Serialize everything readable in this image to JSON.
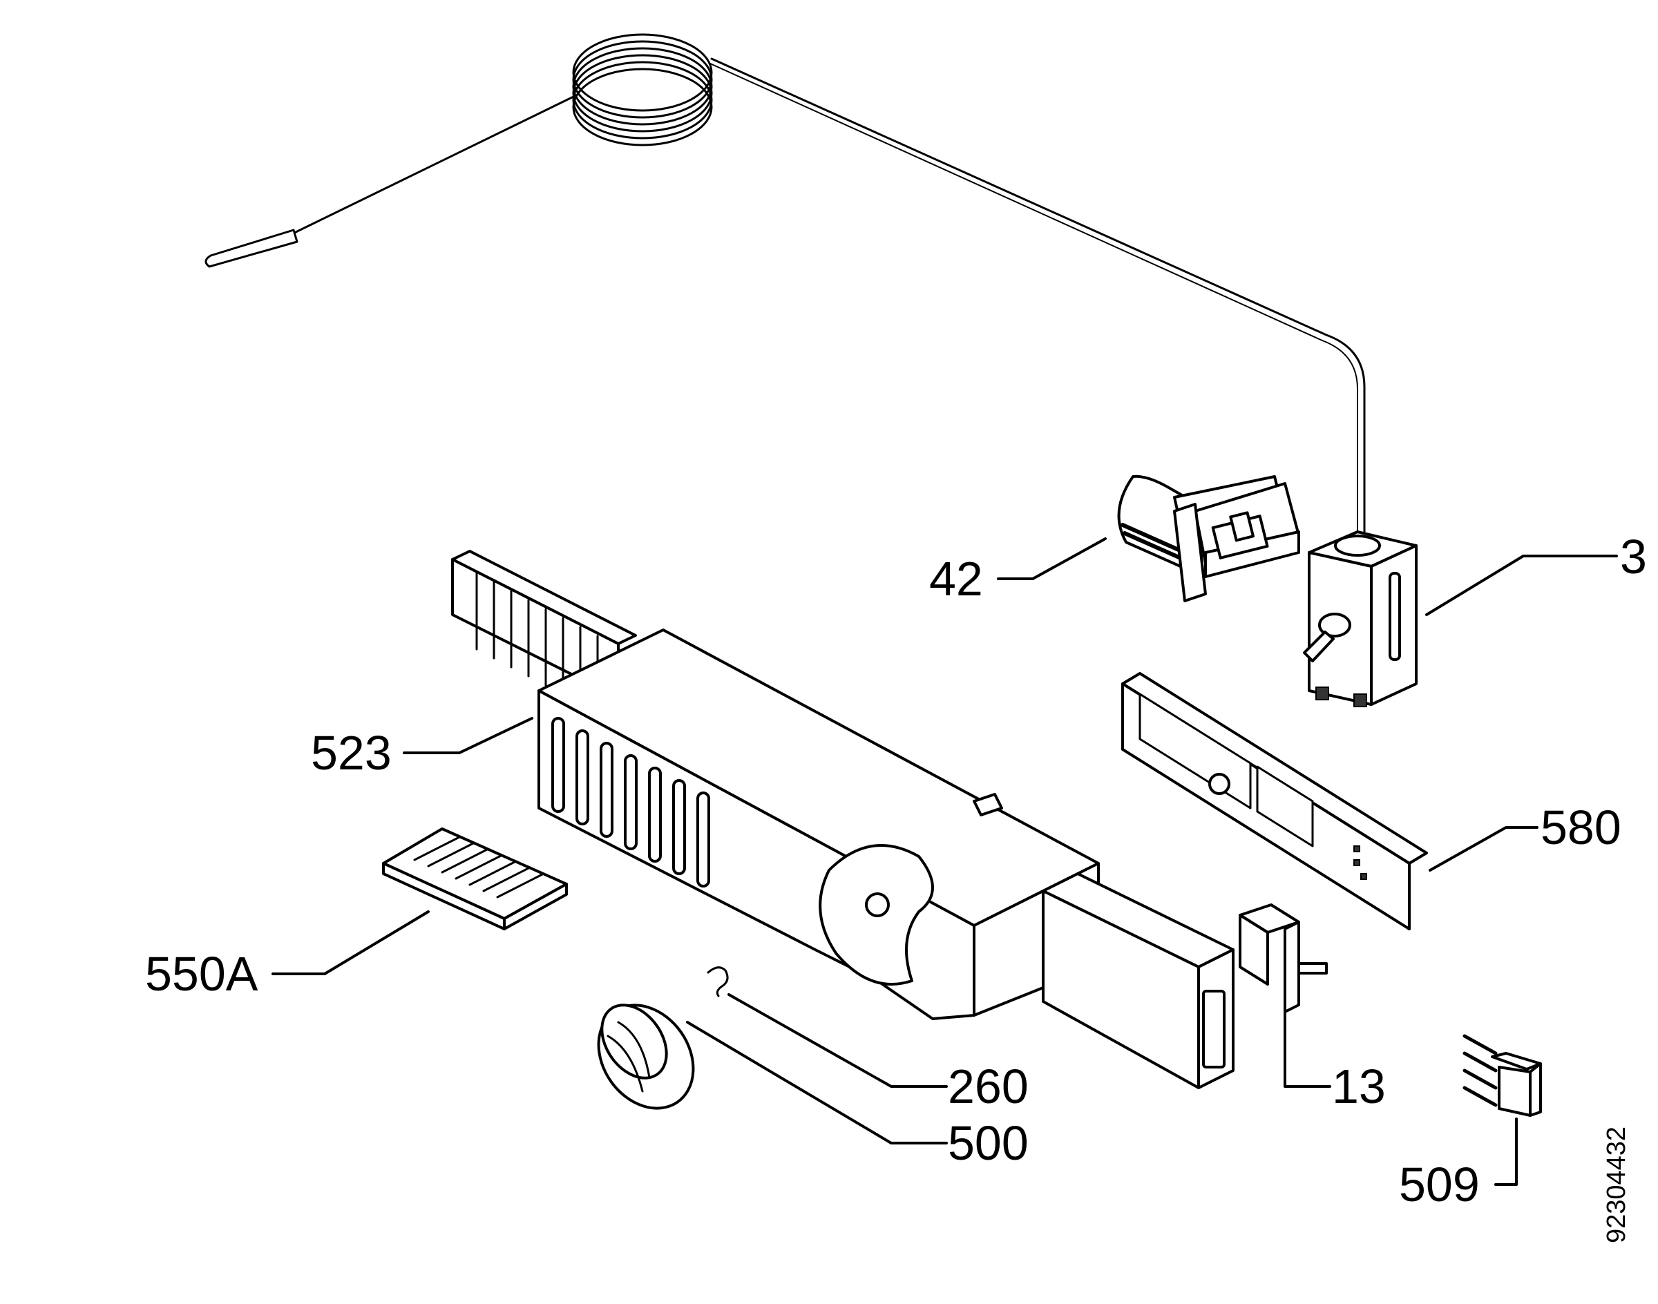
{
  "labels": {
    "p3": "3",
    "p42": "42",
    "p523": "523",
    "p580": "580",
    "p550a": "550A",
    "p260": "260",
    "p500": "500",
    "p13": "13",
    "p509": "509"
  },
  "drawing_number": "92304432",
  "colors": {
    "ink": "#000000",
    "paper": "#ffffff"
  }
}
